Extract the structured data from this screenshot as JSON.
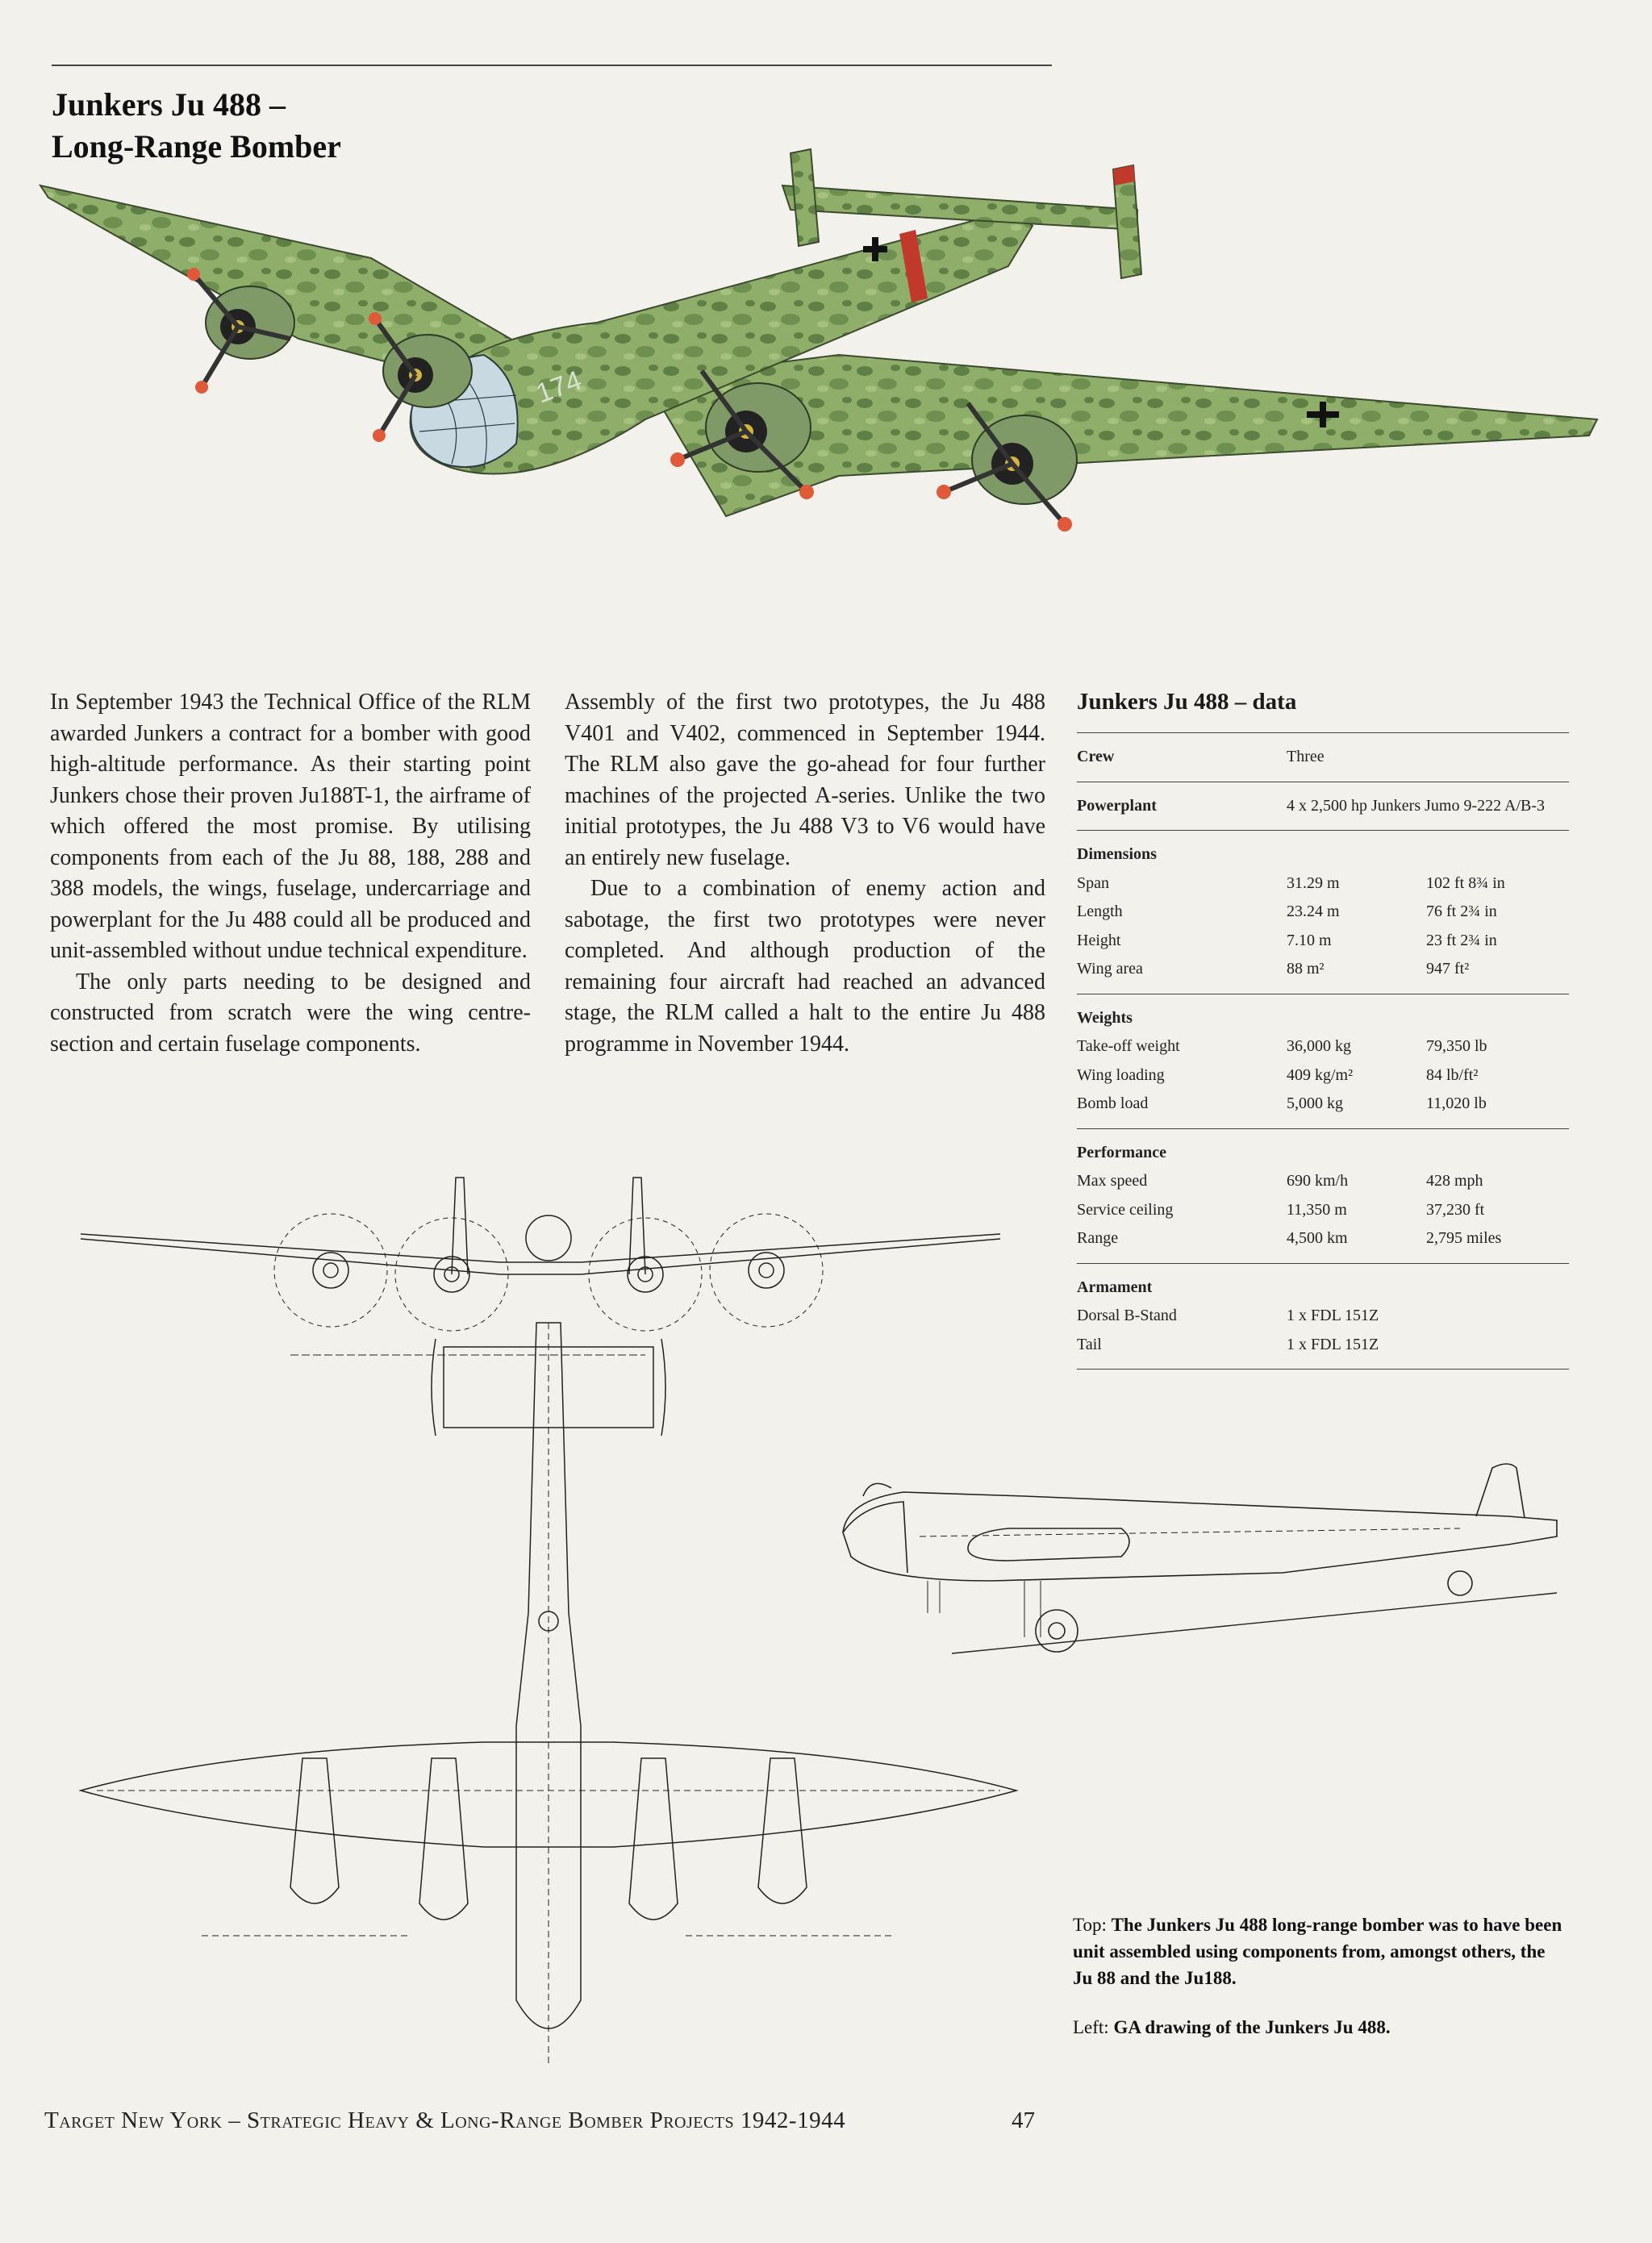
{
  "title": {
    "line1": "Junkers Ju 488 –",
    "line2": "Long-Range Bomber"
  },
  "body": {
    "col1": [
      "In September 1943 the Technical Office of the RLM awarded Junkers a contract for a bomber with good high-altitude performance. As their starting point Junkers chose their proven Ju188T-1, the airframe of which offered the most promise. By utilising components from each of the Ju 88, 188, 288 and 388 models, the wings, fuselage, undercarriage and powerplant for the Ju 488 could all be produced and unit-assembled without undue technical expenditure.",
      "The only parts needing to be designed and constructed from scratch were the wing centre-section and certain fuselage components."
    ],
    "col2": [
      "Assembly of the first two prototypes, the Ju 488 V401 and V402, commenced in September 1944. The RLM also gave the go-ahead for four further machines of the projected A-series. Unlike the two initial prototypes, the Ju 488 V3 to V6 would have an entirely new fuselage.",
      "Due to a combination of enemy action and sabotage, the first two prototypes were never completed. And although production of the remaining four aircraft had reached an advanced stage, the RLM called a halt to the entire Ju 488 programme in November 1944."
    ]
  },
  "data_table": {
    "title": "Junkers Ju 488 – data",
    "crew": {
      "label": "Crew",
      "value": "Three"
    },
    "powerplant": {
      "label": "Powerplant",
      "value": "4 x 2,500 hp Junkers Jumo 9-222 A/B-3"
    },
    "dimensions": {
      "heading": "Dimensions",
      "rows": [
        {
          "label": "Span",
          "metric": "31.29 m",
          "imperial": "102 ft 8¾ in"
        },
        {
          "label": "Length",
          "metric": "23.24 m",
          "imperial": "76 ft 2¾ in"
        },
        {
          "label": "Height",
          "metric": "7.10 m",
          "imperial": "23 ft 2¾ in"
        },
        {
          "label": "Wing area",
          "metric": "88 m²",
          "imperial": "947 ft²"
        }
      ]
    },
    "weights": {
      "heading": "Weights",
      "rows": [
        {
          "label": "Take-off weight",
          "metric": "36,000 kg",
          "imperial": "79,350 lb"
        },
        {
          "label": "Wing loading",
          "metric": "409 kg/m²",
          "imperial": "84 lb/ft²"
        },
        {
          "label": "Bomb load",
          "metric": "5,000 kg",
          "imperial": "11,020 lb"
        }
      ]
    },
    "performance": {
      "heading": "Performance",
      "rows": [
        {
          "label": "Max speed",
          "metric": "690 km/h",
          "imperial": "428 mph"
        },
        {
          "label": "Service ceiling",
          "metric": "11,350 m",
          "imperial": "37,230 ft"
        },
        {
          "label": "Range",
          "metric": "4,500 km",
          "imperial": "2,795 miles"
        }
      ]
    },
    "armament": {
      "heading": "Armament",
      "rows": [
        {
          "label": "Dorsal B-Stand",
          "value": "1 x FDL 151Z"
        },
        {
          "label": "Tail",
          "value": "1 x FDL 151Z"
        }
      ]
    }
  },
  "captions": {
    "top": {
      "lead": "Top:",
      "text": "The Junkers Ju 488 long-range bomber was to have been unit assembled using components from, amongst others, the Ju 88 and the Ju188."
    },
    "left": {
      "lead": "Left:",
      "text": "GA drawing of the Junkers Ju 488."
    }
  },
  "artwork": {
    "fuselage_code": "174",
    "camo_color": "#8fae6a",
    "camo_dark": "#5e7f45",
    "underside_color": "#a9c4d6",
    "prop_tip_color": "#e05a3a"
  },
  "footer": {
    "running_title": "Target New York – Strategic Heavy & Long-Range Bomber Projects 1942-1944",
    "page_number": "47"
  }
}
